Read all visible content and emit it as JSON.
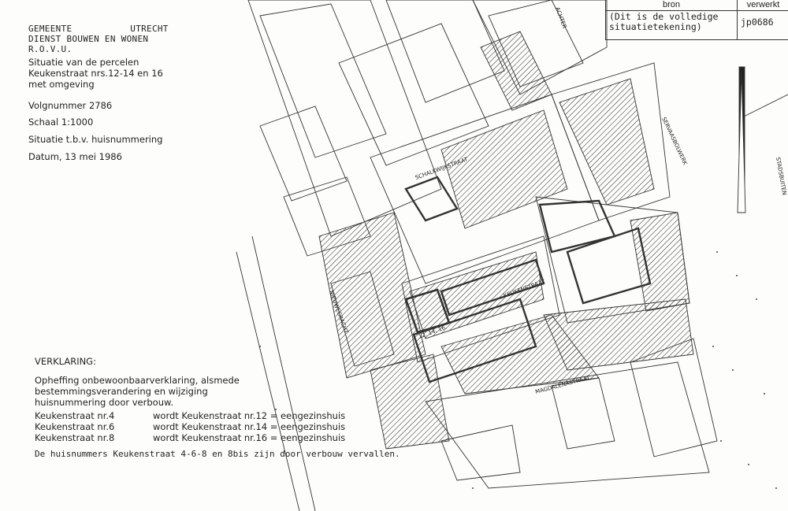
{
  "header": {
    "line1_left": "GEMEENTE",
    "line1_right": "UTRECHT",
    "line2": "DIENST BOUWEN EN WONEN",
    "line3": "R.O.V.U.",
    "title1": "Situatie van de percelen",
    "title2": "Keukenstraat nrs.12-14 en 16",
    "title3": "met omgeving",
    "volgnummer": "Volgnummer 2786",
    "schaal": "Schaal 1:1000",
    "situatie": "Situatie t.b.v. huisnummering",
    "datum": "Datum, 13 mei 1986"
  },
  "source_table": {
    "col1_header": "bron",
    "col2_header": "verwerkt",
    "col1_value_line1": "(Dit is de volledige",
    "col1_value_line2": "situatietekening)",
    "col2_value": "jp0686"
  },
  "verklaring": {
    "heading": "VERKLARING:",
    "para1": "Opheffing onbewoonbaarverklaring, alsmede",
    "para2": "bestemmingsverandering en wijziging",
    "para3": "huisnummering door verbouw.",
    "rows": [
      {
        "old": "Keukenstraat nr.4",
        "new": "wordt Keukenstraat nr.12 = eengezinshuis"
      },
      {
        "old": "Keukenstraat nr.6",
        "new": "wordt Keukenstraat nr.14 = eengezinshuis"
      },
      {
        "old": "Keukenstraat nr.8",
        "new": "wordt Keukenstraat nr.16 = eengezinshuis"
      }
    ],
    "footer": "De huisnummers Keukenstraat 4-6-8 en 8bis zijn door verbouw vervallen."
  },
  "map_labels": {
    "schalkwijkstraat": "SCHALKWIJKSTRAAT",
    "keukenstraat": "KEUKENSTRAAT",
    "nieuwegracht": "NIEUWEGRACHT",
    "magdalenastraat": "MAGDALENASTRAAT",
    "servaasbolwerk": "SERVAASBOLWERK",
    "achter": "ACHTER",
    "stadsbuiten": "STADSBUITEN",
    "parcel_nums": "12. 14. 16."
  }
}
